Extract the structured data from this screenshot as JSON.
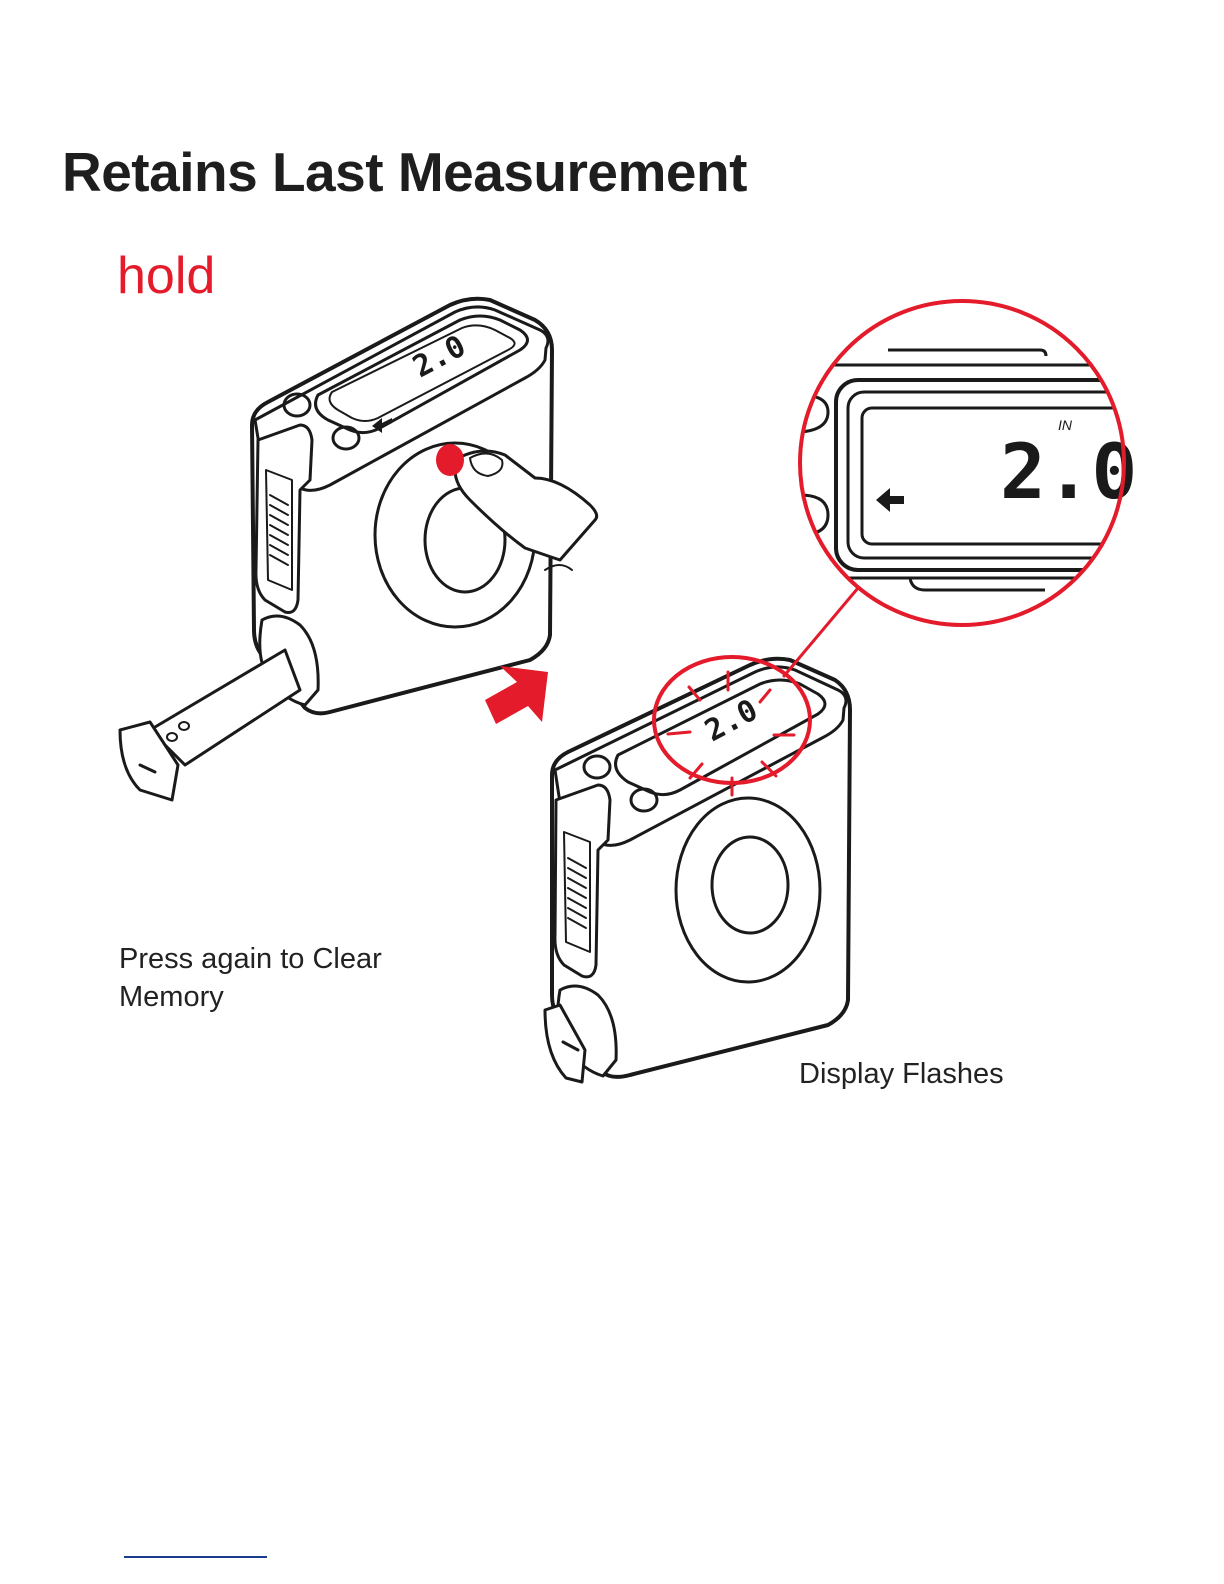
{
  "title": "Retains Last Measurement",
  "hold_label": "hold",
  "captions": {
    "press_again": "Press again to Clear Memory",
    "display_flashes": "Display Flashes"
  },
  "display": {
    "reading": "2.0",
    "unit": "IN"
  },
  "colors": {
    "accent": "#e31b2b",
    "ink": "#1e1e1e"
  },
  "icons": [
    "tape-measure-illustration",
    "finger-pressing-button",
    "red-arrow-down-right",
    "zoom-circle",
    "flash-rays",
    "left-arrow-icon"
  ]
}
